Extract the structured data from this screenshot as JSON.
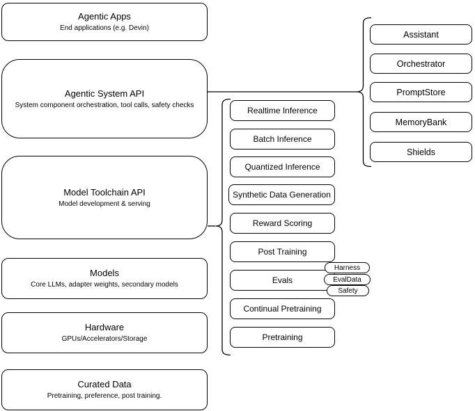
{
  "diagram": {
    "colors": {
      "background": "#ffffff",
      "stroke": "#000000",
      "text": "#000000"
    },
    "left_stack": [
      {
        "title": "Agentic Apps",
        "subtitle": "End applications (e.g. Devin)"
      },
      {
        "title": "Agentic System API",
        "subtitle": "System component orchestration, tool calls, safety checks"
      },
      {
        "title": "Model Toolchain API",
        "subtitle": "Model development & serving"
      },
      {
        "title": "Models",
        "subtitle": "Core LLMs, adapter weights, secondary models"
      },
      {
        "title": "Hardware",
        "subtitle": "GPUs/Accelerators/Storage"
      },
      {
        "title": "Curated Data",
        "subtitle": "Pretraining, preference, post training."
      }
    ],
    "toolchain_items": [
      "Realtime Inference",
      "Batch Inference",
      "Quantized Inference",
      "Synthetic Data Generation",
      "Reward Scoring",
      "Post Training",
      "Evals",
      "Continual Pretraining",
      "Pretraining"
    ],
    "eval_tags": [
      "Harness",
      "EvalData",
      "Safety"
    ],
    "system_items": [
      "Assistant",
      "Orchestrator",
      "PromptStore",
      "MemoryBank",
      "Shields"
    ]
  }
}
